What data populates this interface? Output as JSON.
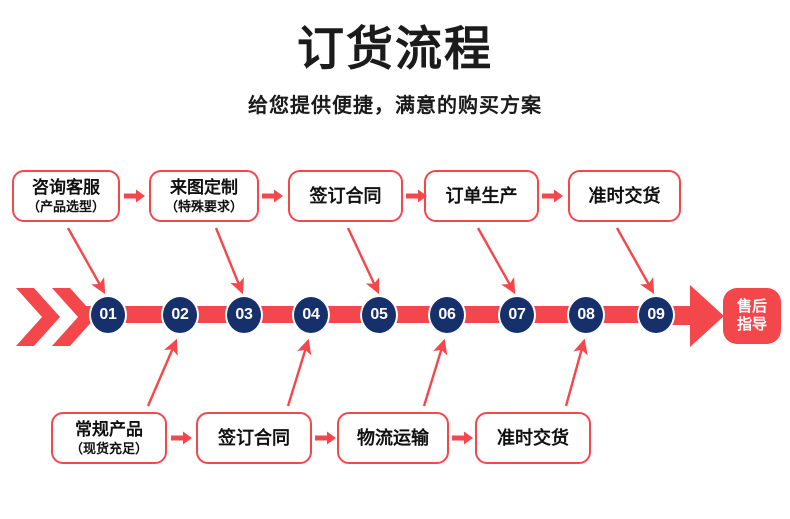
{
  "header": {
    "title": "订货流程",
    "subtitle": "给您提供便捷，满意的购买方案"
  },
  "colors": {
    "red": "#f4474c",
    "navy": "#15306a",
    "text": "#111111",
    "background": "#ffffff"
  },
  "top_row": [
    {
      "line1": "咨询客服",
      "line2": "（产品选型）",
      "node": "01"
    },
    {
      "line1": "来图定制",
      "line2": "（特殊要求）",
      "node": "03"
    },
    {
      "line1": "签订合同",
      "line2": "",
      "node": "05"
    },
    {
      "line1": "订单生产",
      "line2": "",
      "node": "07"
    },
    {
      "line1": "准时交货",
      "line2": "",
      "node": "09"
    }
  ],
  "bottom_row": [
    {
      "line1": "常规产品",
      "line2": "（现货充足）",
      "node": "02"
    },
    {
      "line1": "签订合同",
      "line2": "",
      "node": "04"
    },
    {
      "line1": "物流运输",
      "line2": "",
      "node": "06"
    },
    {
      "line1": "准时交货",
      "line2": "",
      "node": "08"
    }
  ],
  "nodes": [
    "01",
    "02",
    "03",
    "04",
    "05",
    "06",
    "07",
    "08",
    "09"
  ],
  "end_badge": {
    "line1": "售后",
    "line2": "指导"
  }
}
